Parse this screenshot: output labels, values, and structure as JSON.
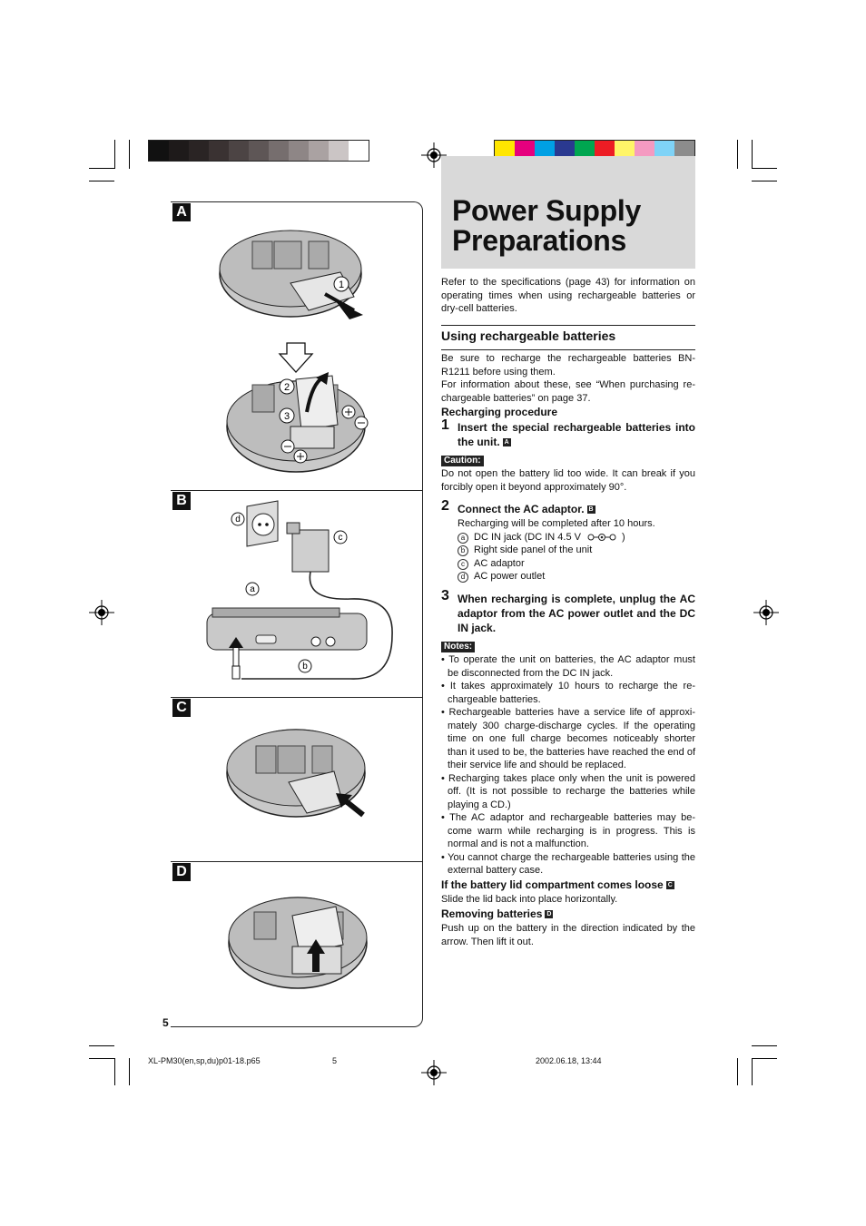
{
  "page": {
    "title_line1": "Power Supply",
    "title_line2": "Preparations",
    "page_number": "5"
  },
  "colors": {
    "gray_bar": [
      "#111111",
      "#1e1a1a",
      "#2a2424",
      "#3a3232",
      "#4c4444",
      "#5e5656",
      "#766e6e",
      "#8e8686",
      "#aaa2a2",
      "#cbc5c5",
      "#ffffff"
    ],
    "cmyk_bar": [
      "#ffe600",
      "#e6007e",
      "#00a0e4",
      "#2a3990",
      "#00a650",
      "#ed1c24",
      "#fff568",
      "#f49ac1",
      "#7fd3f7",
      "#8c8c8c"
    ]
  },
  "figures": {
    "labels": [
      "A",
      "B",
      "C",
      "D"
    ],
    "callouts": {
      "n1": "1",
      "n2": "2",
      "n3": "3",
      "a": "a",
      "b": "b",
      "c": "c",
      "d": "d"
    }
  },
  "intro": "Refer to the specifications (page 43) for information on operating times when using rechargeable batteries or dry-cell batteries.",
  "section": {
    "heading": "Using rechargeable batteries",
    "p1": "Be sure to recharge the rechargeable batteries BN-R1211 before using them.",
    "p2": "For information about these, see “When purchasing re-chargeable batteries” on page 37.",
    "recharging_heading": "Recharging procedure"
  },
  "steps": [
    {
      "num": "1",
      "text": "Insert the special rechargeable batteries into the unit.",
      "ref": "A"
    },
    {
      "num": "2",
      "text": "Connect the AC adaptor.",
      "ref": "B"
    },
    {
      "num": "3",
      "text": "When recharging is complete, unplug the AC adaptor from the AC power outlet and the DC IN jack."
    }
  ],
  "caution": {
    "label": "Caution:",
    "text": "Do not open the battery lid too wide. It can break if you forcibly open it beyond approximately 90°."
  },
  "step2_detail": {
    "line": "Recharging will be completed after 10 hours.",
    "items": [
      {
        "key": "a",
        "text": "DC IN jack (DC IN 4.5 V"
      },
      {
        "key": "b",
        "text": "Right side panel of the unit"
      },
      {
        "key": "c",
        "text": "AC adaptor"
      },
      {
        "key": "d",
        "text": "AC power outlet"
      }
    ]
  },
  "notes": {
    "label": "Notes:",
    "items": [
      "• To operate the unit on batteries, the AC adaptor must be disconnected from the DC IN jack.",
      "• It takes approximately 10 hours to recharge the re-chargeable batteries.",
      "• Rechargeable batteries have a service life of approxi-mately 300 charge-discharge cycles. If the operating time on one full charge becomes noticeably shorter than it used to be, the batteries have reached the end of their service life and should be replaced.",
      "• Recharging takes place only when the unit is powered off. (It is not possible to recharge the batteries while playing a CD.)",
      "• The AC adaptor and rechargeable batteries may be-come warm while recharging is in progress. This is normal and is not a malfunction.",
      "• You cannot charge the rechargeable batteries using the external battery case."
    ]
  },
  "loose": {
    "heading": "If the battery lid compartment comes loose",
    "ref": "C",
    "text": "Slide the lid back into place horizontally."
  },
  "removing": {
    "heading": "Removing batteries",
    "ref": "D",
    "text": "Push up on the battery in the direction indicated by the arrow. Then lift it out."
  },
  "footer": {
    "file": "XL-PM30(en,sp,du)p01-18.p65",
    "page": "5",
    "date": "2002.06.18, 13:44"
  }
}
